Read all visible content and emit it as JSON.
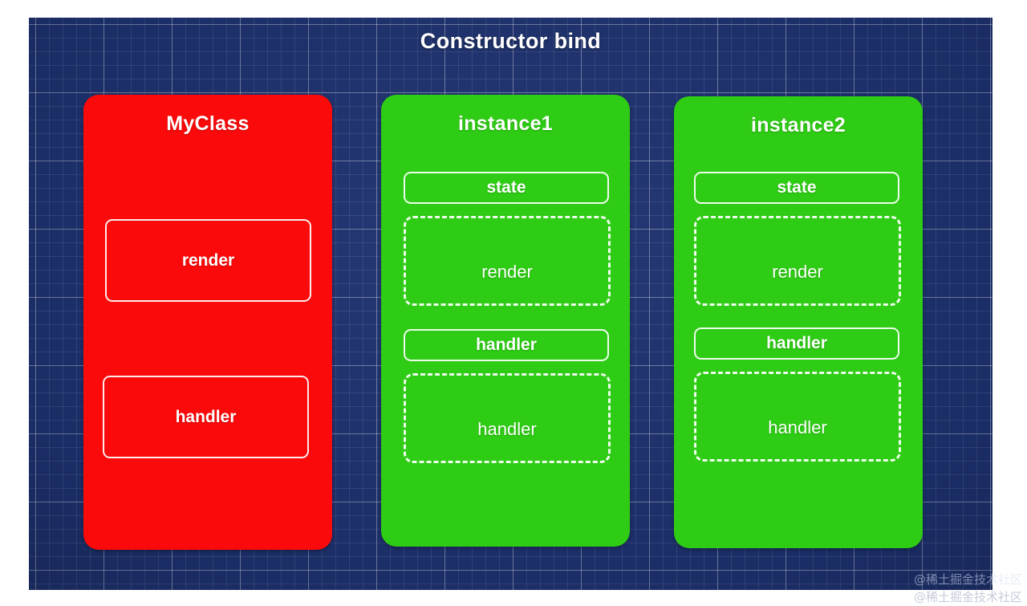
{
  "page": {
    "title": "Constructor bind",
    "background_color": "#ffffff",
    "canvas_color": "#1e3271",
    "grid_line_color": "#ffffff"
  },
  "columns": [
    {
      "id": "myclass",
      "title": "MyClass",
      "color": "#fa0a0a",
      "kind": "class",
      "members": [
        {
          "label": "render",
          "border": "solid",
          "owner": "prototype"
        },
        {
          "label": "handler",
          "border": "solid",
          "owner": "prototype"
        }
      ]
    },
    {
      "id": "instance1",
      "title": "instance1",
      "color": "#2ecc14",
      "kind": "instance",
      "members": [
        {
          "label": "state",
          "border": "solid",
          "owner": "own"
        },
        {
          "label": "render",
          "border": "dashed",
          "owner": "inherited"
        },
        {
          "label": "handler",
          "border": "solid",
          "owner": "own"
        },
        {
          "label": "handler",
          "border": "dashed",
          "owner": "inherited"
        }
      ]
    },
    {
      "id": "instance2",
      "title": "instance2",
      "color": "#2ecc14",
      "kind": "instance",
      "members": [
        {
          "label": "state",
          "border": "solid",
          "owner": "own"
        },
        {
          "label": "render",
          "border": "dashed",
          "owner": "inherited"
        },
        {
          "label": "handler",
          "border": "solid",
          "owner": "own"
        },
        {
          "label": "handler",
          "border": "dashed",
          "owner": "inherited"
        }
      ]
    }
  ],
  "watermark": {
    "line1": "@稀土掘金技术社区",
    "line2": "@稀土掘金技术社区"
  }
}
